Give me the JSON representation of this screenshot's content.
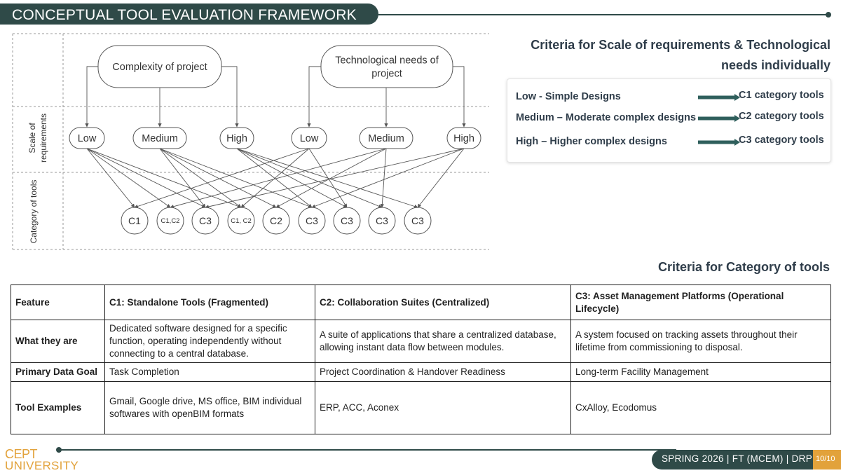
{
  "header": {
    "title": "CONCEPTUAL TOOL EVALUATION FRAMEWORK"
  },
  "diagram": {
    "row_labels": {
      "scale": [
        "Scale of",
        "requirements"
      ],
      "category": "Category of tools"
    },
    "top_nodes": [
      "Complexity of project",
      "Technological needs of project"
    ],
    "top_nodes_lines": [
      [
        "Complexity of project"
      ],
      [
        "Technological needs of",
        "project"
      ]
    ],
    "level_nodes": [
      "Low",
      "Medium",
      "High",
      "Low",
      "Medium",
      "High"
    ],
    "category_nodes": [
      "C1",
      "C1,C2",
      "C3",
      "C1, C2",
      "C2",
      "C3",
      "C3",
      "C3",
      "C3"
    ]
  },
  "criteria": {
    "heading_line1": "Criteria for Scale of requirements & Technological",
    "heading_line2": "needs individually",
    "rows": [
      {
        "label": "Low - Simple Designs",
        "value": "C1 category tools"
      },
      {
        "label": "Medium – Moderate complex designs",
        "value": "C2 category tools"
      },
      {
        "label": "High – Higher complex designs",
        "value": "C3 category tools"
      }
    ],
    "accent": "#2f5f5c"
  },
  "category_table": {
    "heading": "Criteria for Category of tools",
    "columns": [
      "Feature",
      "C1: Standalone Tools (Fragmented)",
      "C2: Collaboration Suites (Centralized)",
      "C3: Asset Management Platforms (Operational Lifecycle)"
    ],
    "rows": [
      [
        "What they are",
        "Dedicated software designed for a specific function, operating independently without connecting to a central database.",
        "A suite of applications that share a centralized database, allowing instant data flow between modules.",
        "A system focused on tracking assets throughout their lifetime from commissioning to disposal."
      ],
      [
        "Primary Data Goal",
        "Task Completion",
        "Project Coordination & Handover Readiness",
        "Long-term Facility Management"
      ],
      [
        "Tool Examples",
        "Gmail, Google drive, MS office, BIM individual softwares with openBIM formats",
        "ERP, ACC, Aconex",
        "CxAlloy, Ecodomus"
      ]
    ]
  },
  "footer": {
    "logo_line1": "CEPT",
    "logo_line2": "UNIVERSITY",
    "course": "SPRING 2026 | FT (MCEM) | DRP",
    "page": "10/10"
  },
  "colors": {
    "brand": "#2f4a48",
    "gold": "#e2a23b"
  }
}
